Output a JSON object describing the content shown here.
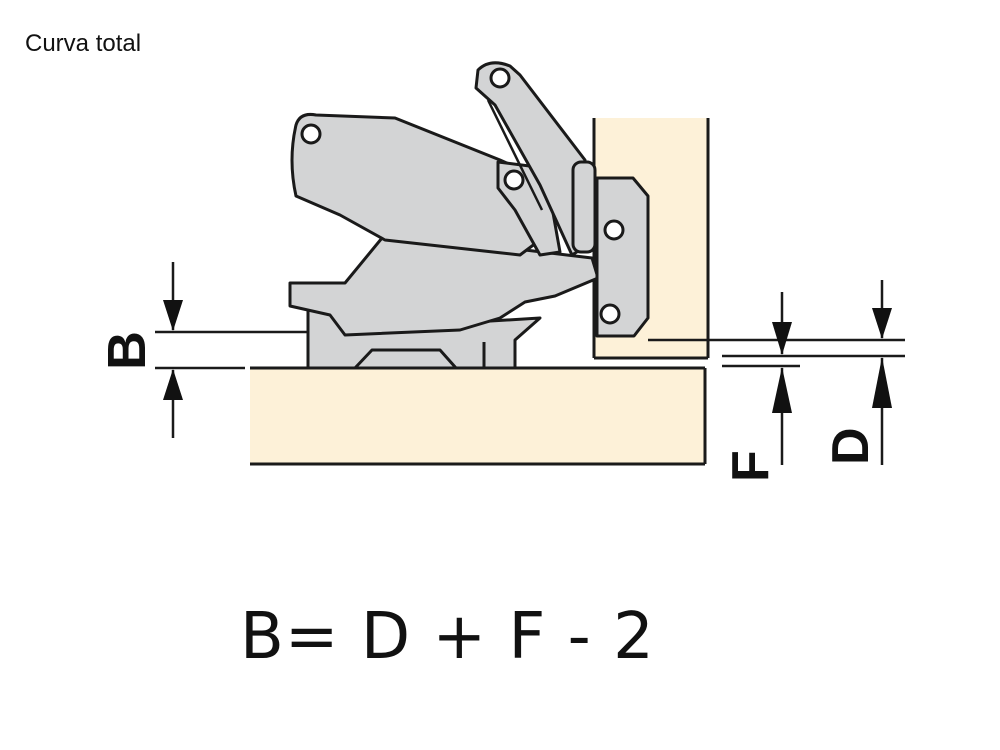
{
  "title": "Curva total",
  "labels": {
    "b": "B",
    "d": "D",
    "f": "F"
  },
  "formula": "B= D + F - 2",
  "colors": {
    "wood": "#fdf1d8",
    "hinge_metal": "#d3d4d5",
    "outline": "#1a1a1a",
    "background": "#ffffff"
  }
}
